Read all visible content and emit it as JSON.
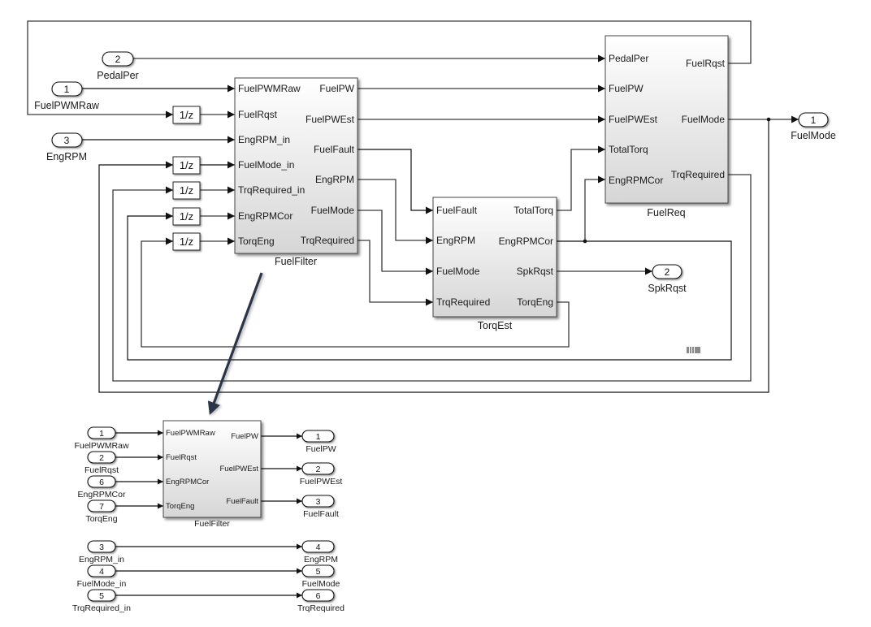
{
  "main_diagram": {
    "unit_delay_label": "1/z",
    "inports": [
      {
        "number": "2",
        "label": "PedalPer"
      },
      {
        "number": "1",
        "label": "FuelPWMRaw"
      },
      {
        "number": "3",
        "label": "EngRPM"
      }
    ],
    "outports": [
      {
        "number": "1",
        "label": "FuelMode"
      },
      {
        "number": "2",
        "label": "SpkRqst"
      }
    ],
    "blocks": {
      "fuel_filter": {
        "name": "FuelFilter",
        "inputs": [
          "FuelPWMRaw",
          "FuelRqst",
          "EngRPM_in",
          "FuelMode_in",
          "TrqRequired_in",
          "EngRPMCor",
          "TorqEng"
        ],
        "outputs": [
          "FuelPW",
          "FuelPWEst",
          "FuelFault",
          "EngRPM",
          "FuelMode",
          "TrqRequired"
        ]
      },
      "torq_est": {
        "name": "TorqEst",
        "inputs": [
          "FuelFault",
          "EngRPM",
          "FuelMode",
          "TrqRequired"
        ],
        "outputs": [
          "TotalTorq",
          "EngRPMCor",
          "SpkRqst",
          "TorqEng"
        ]
      },
      "fuel_req": {
        "name": "FuelReq",
        "inputs": [
          "PedalPer",
          "FuelPW",
          "FuelPWEst",
          "TotalTorq",
          "EngRPMCor"
        ],
        "outputs": [
          "FuelRqst",
          "FuelMode",
          "TrqRequired"
        ]
      }
    }
  },
  "detail_diagram": {
    "block": {
      "name": "FuelFilter",
      "inputs": [
        "FuelPWMRaw",
        "FuelRqst",
        "EngRPMCor",
        "TorqEng"
      ],
      "outputs": [
        "FuelPW",
        "FuelPWEst",
        "FuelFault"
      ]
    },
    "inports": [
      {
        "number": "1",
        "label": "FuelPWMRaw"
      },
      {
        "number": "2",
        "label": "FuelRqst"
      },
      {
        "number": "6",
        "label": "EngRPMCor"
      },
      {
        "number": "7",
        "label": "TorqEng"
      }
    ],
    "outports": [
      {
        "number": "1",
        "label": "FuelPW"
      },
      {
        "number": "2",
        "label": "FuelPWEst"
      },
      {
        "number": "3",
        "label": "FuelFault"
      }
    ],
    "passthrough": [
      {
        "in": {
          "number": "3",
          "label": "EngRPM_in"
        },
        "out": {
          "number": "4",
          "label": "EngRPM"
        }
      },
      {
        "in": {
          "number": "4",
          "label": "FuelMode_in"
        },
        "out": {
          "number": "5",
          "label": "FuelMode"
        }
      },
      {
        "in": {
          "number": "5",
          "label": "TrqRequired_in"
        },
        "out": {
          "number": "6",
          "label": "TrqRequired"
        }
      }
    ]
  },
  "colors": {
    "wire": "#3a3a3a",
    "callout_arrow": "#2a3446",
    "block_gradient_top": "#ffffff",
    "block_gradient_bottom": "#d6d6d6"
  }
}
